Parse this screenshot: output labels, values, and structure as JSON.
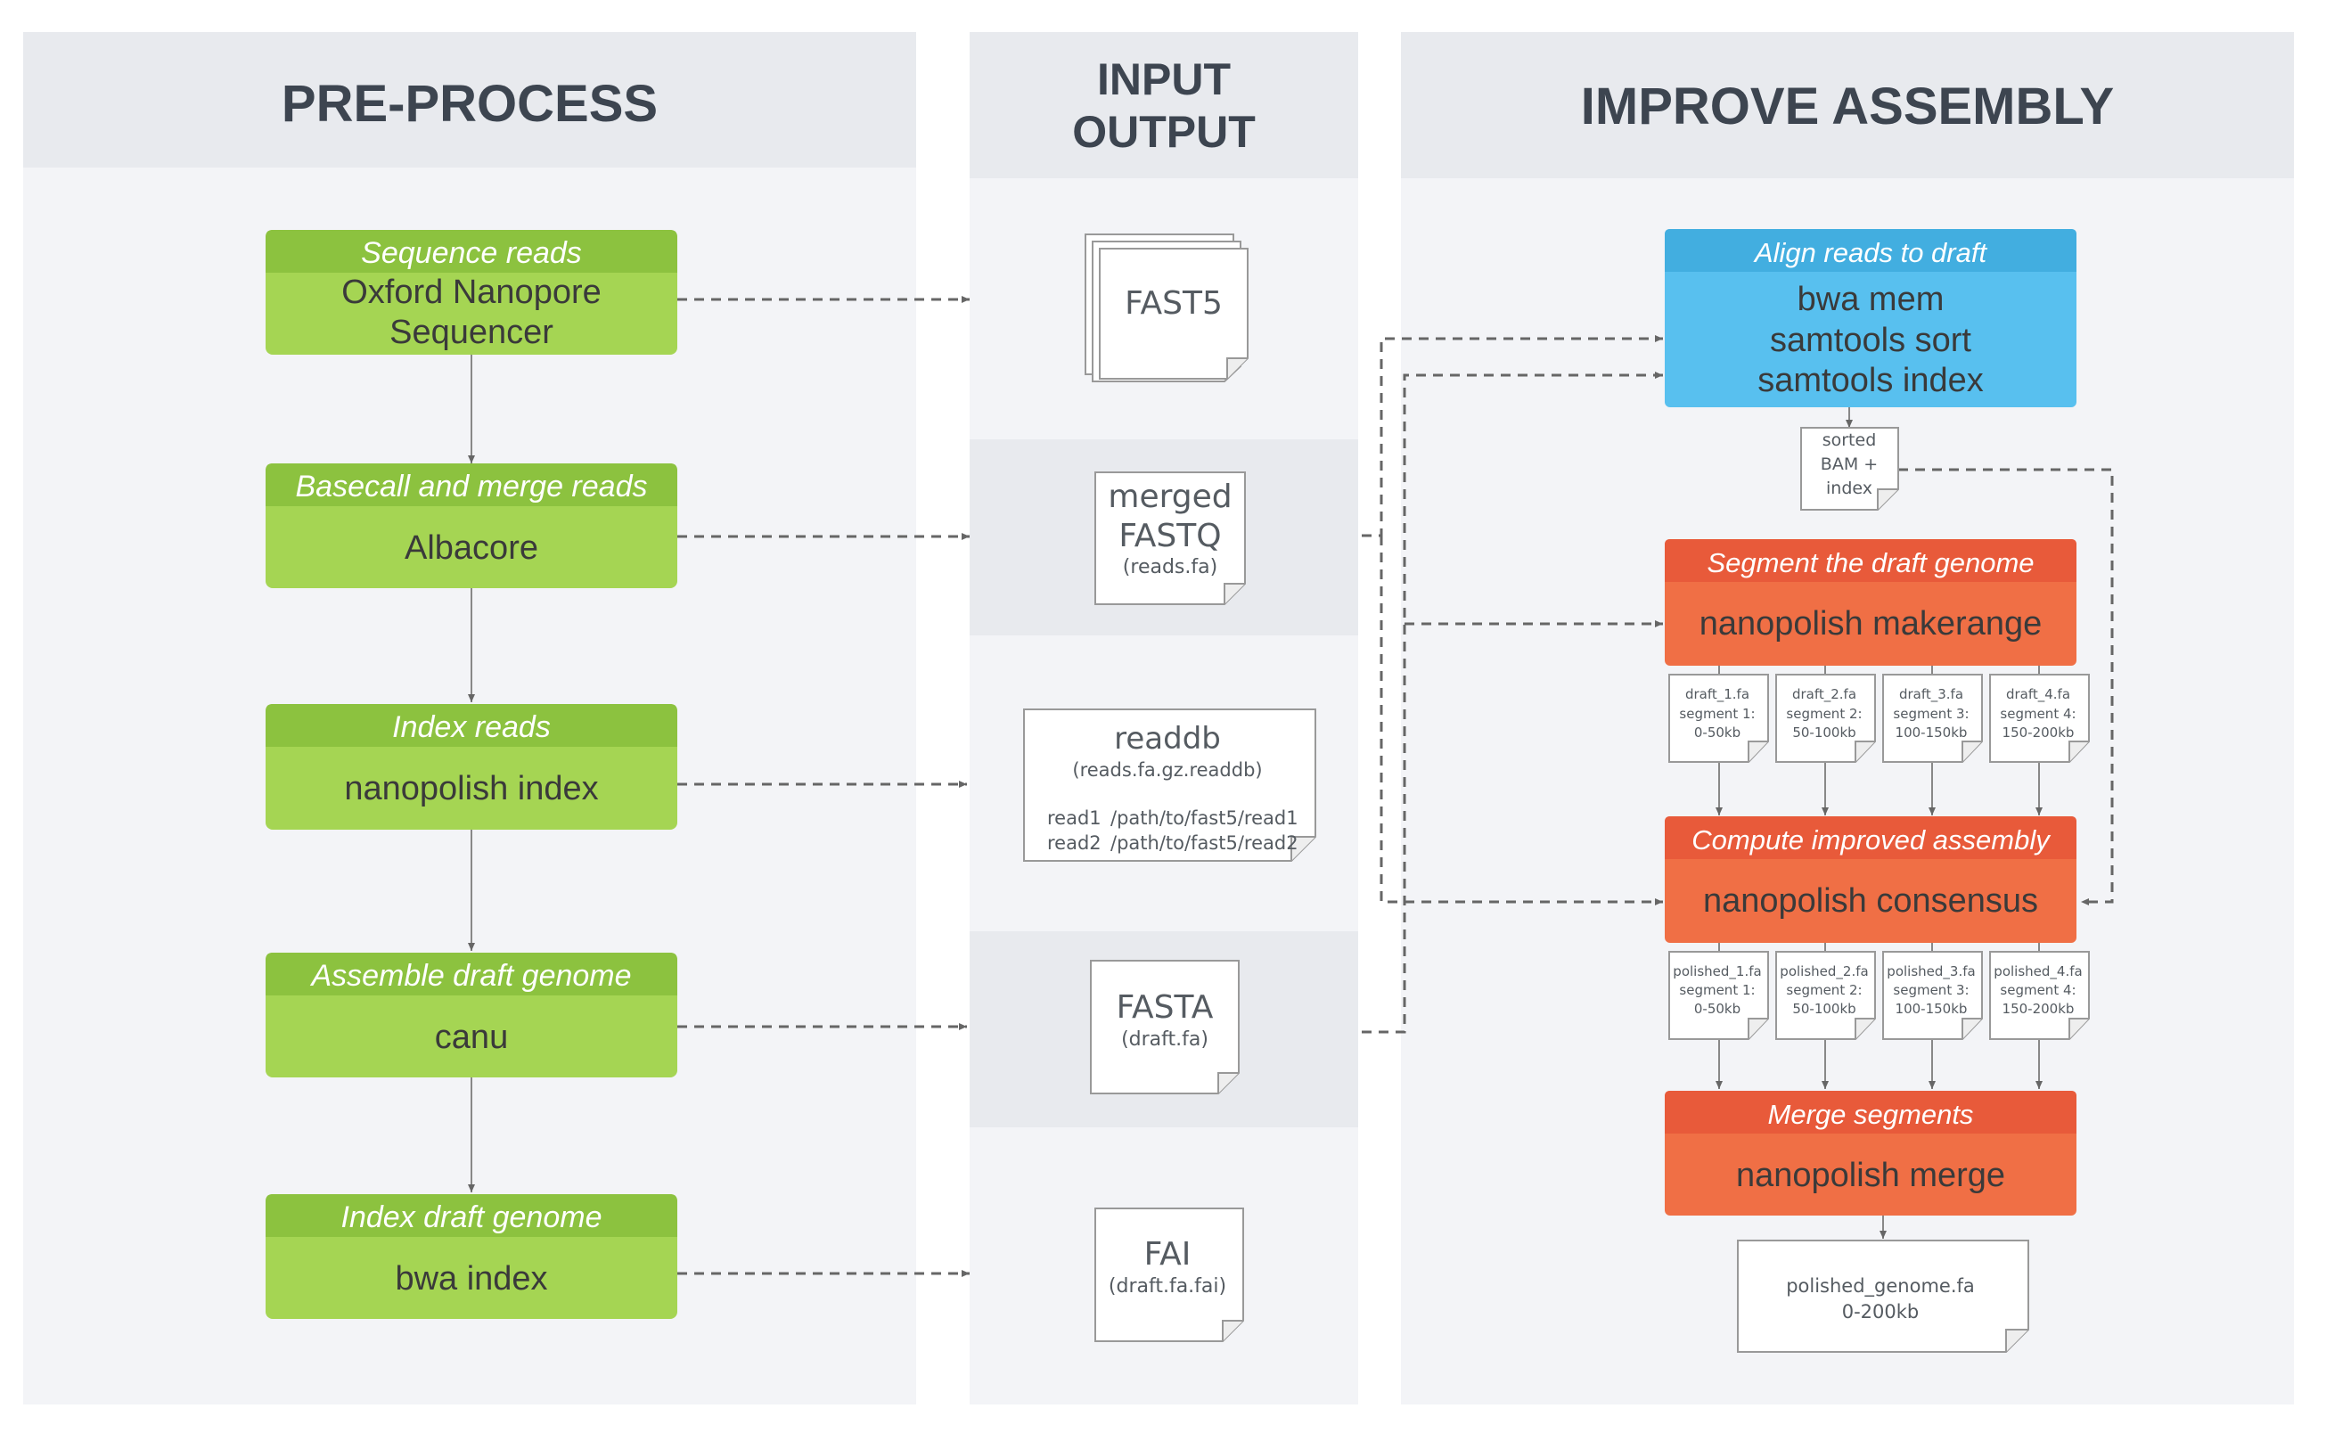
{
  "columns": {
    "preprocess": "PRE-PROCESS",
    "io_line1": "INPUT",
    "io_line2": "OUTPUT",
    "improve": "IMPROVE ASSEMBLY"
  },
  "colors": {
    "green_cap": "#8cc23f",
    "green_body": "#a5d553",
    "blue_cap": "#42aee0",
    "blue_body": "#58c0ef",
    "red_cap": "#e85a3a",
    "red_body": "#f06f45",
    "column_bg": "#f3f4f7",
    "header_bg": "#e8eaee"
  },
  "steps": [
    {
      "caption": "Sequence reads",
      "lines": [
        "Oxford Nanopore",
        "Sequencer"
      ]
    },
    {
      "caption": "Basecall and merge reads",
      "lines": [
        "Albacore"
      ]
    },
    {
      "caption": "Index reads",
      "lines": [
        "nanopolish index"
      ]
    },
    {
      "caption": "Assemble draft genome",
      "lines": [
        "canu"
      ]
    },
    {
      "caption": "Index draft genome",
      "lines": [
        "bwa index"
      ]
    }
  ],
  "io_docs": {
    "fast5": {
      "title": "FAST5"
    },
    "fastq": {
      "line1": "merged",
      "line2": "FASTQ",
      "sub": "(reads.fa)"
    },
    "readdb": {
      "title": "readdb",
      "sub": "(reads.fa.gz.readdb)",
      "rows": [
        {
          "id": "read1",
          "path": "/path/to/fast5/read1"
        },
        {
          "id": "read2",
          "path": "/path/to/fast5/read2"
        }
      ]
    },
    "fasta": {
      "title": "FASTA",
      "sub": "(draft.fa)"
    },
    "fai": {
      "title": "FAI",
      "sub": "(draft.fa.fai)"
    }
  },
  "improve_steps": [
    {
      "caption": "Align reads to draft",
      "lines": [
        "bwa mem",
        "samtools sort",
        "samtools index"
      ]
    },
    {
      "caption": "Segment the draft genome",
      "lines": [
        "nanopolish makerange"
      ]
    },
    {
      "caption": "Compute improved assembly",
      "lines": [
        "nanopolish consensus"
      ]
    },
    {
      "caption": "Merge segments",
      "lines": [
        "nanopolish merge"
      ]
    }
  ],
  "bam_doc": {
    "lines": [
      "sorted",
      "BAM +",
      "index"
    ]
  },
  "draft_segments": [
    {
      "file": "draft_1.fa",
      "seg": "segment 1:",
      "range": "0-50kb"
    },
    {
      "file": "draft_2.fa",
      "seg": "segment 2:",
      "range": "50-100kb"
    },
    {
      "file": "draft_3.fa",
      "seg": "segment 3:",
      "range": "100-150kb"
    },
    {
      "file": "draft_4.fa",
      "seg": "segment 4:",
      "range": "150-200kb"
    }
  ],
  "polished_segments": [
    {
      "file": "polished_1.fa",
      "seg": "segment 1:",
      "range": "0-50kb"
    },
    {
      "file": "polished_2.fa",
      "seg": "segment 2:",
      "range": "50-100kb"
    },
    {
      "file": "polished_3.fa",
      "seg": "segment 3:",
      "range": "100-150kb"
    },
    {
      "file": "polished_4.fa",
      "seg": "segment 4:",
      "range": "150-200kb"
    }
  ],
  "final_doc": {
    "line1": "polished_genome.fa",
    "line2": "0-200kb"
  }
}
